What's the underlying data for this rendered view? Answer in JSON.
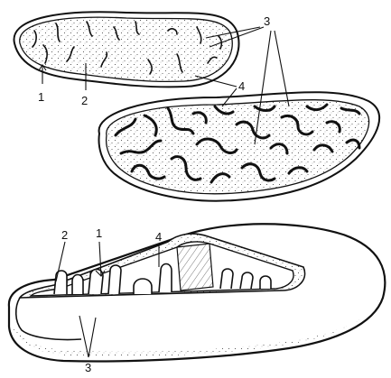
{
  "figure": {
    "callouts": {
      "n1_top": "1",
      "n2_top": "2",
      "n3_top": "3",
      "n4_mid": "4",
      "n2_bottom": "2",
      "n1_bottom": "1",
      "n4_bottom": "4",
      "n3_bottom": "3"
    }
  }
}
